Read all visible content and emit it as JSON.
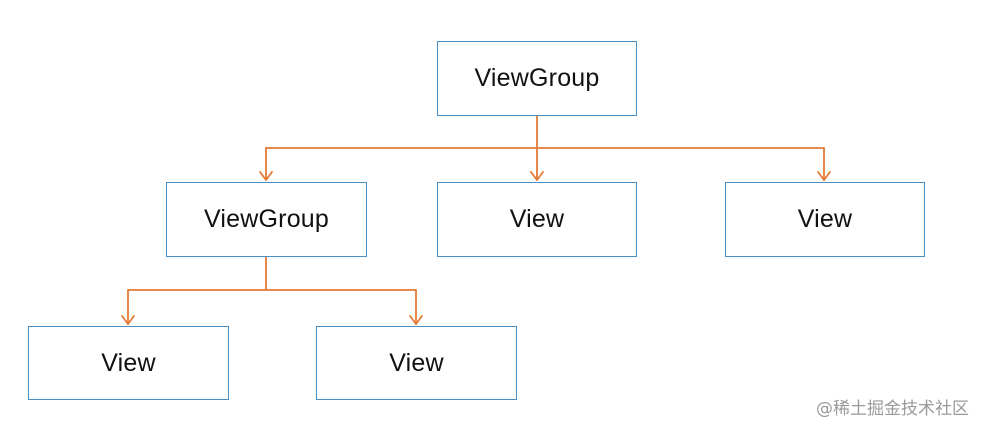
{
  "diagram": {
    "nodes": {
      "root": "ViewGroup",
      "child_group": "ViewGroup",
      "child_view_middle": "View",
      "child_view_right": "View",
      "grandchild_view_left": "View",
      "grandchild_view_right": "View"
    }
  },
  "watermark": "@稀土掘金技术社区",
  "colors": {
    "node_border": "#4a8fc4",
    "connector": "#e47a35",
    "text": "#111111",
    "watermark": "#9a9a9a"
  }
}
